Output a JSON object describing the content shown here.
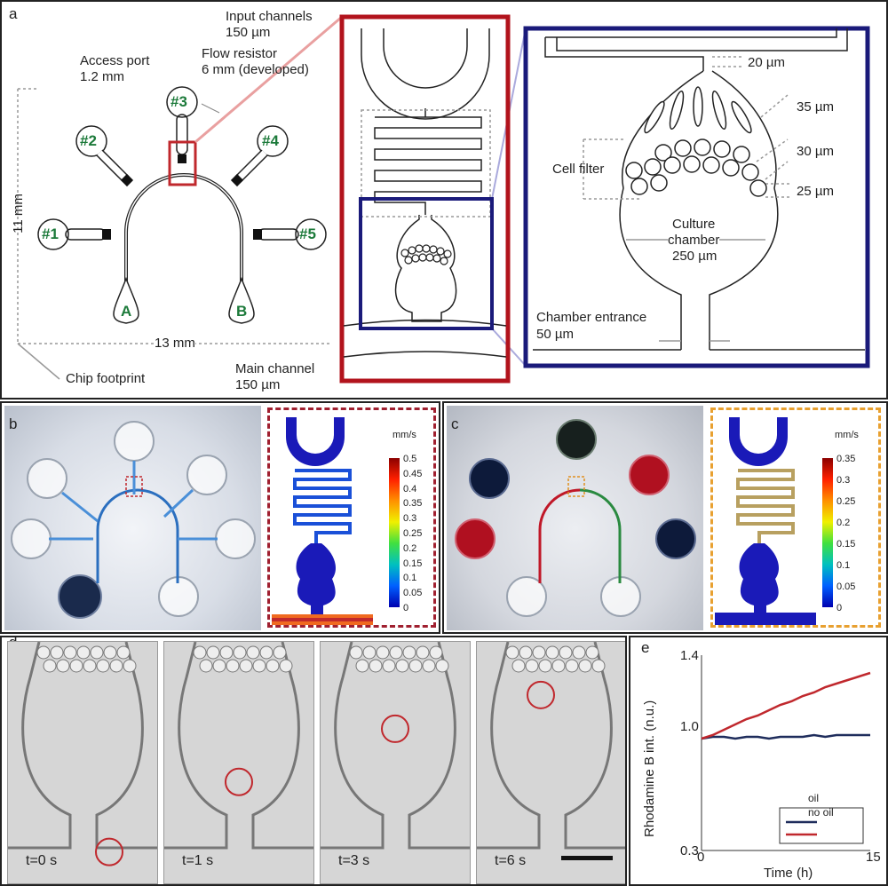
{
  "panel_a": {
    "label": "a",
    "input_channels": [
      "Input channels",
      "150 µm"
    ],
    "flow_resistor": [
      "Flow resistor",
      "6 mm (developed)"
    ],
    "access_port": [
      "Access port",
      "1.2 mm"
    ],
    "height_dim": "11 mm",
    "width_dim": "13 mm",
    "chip_footprint": "Chip footprint",
    "main_channel": [
      "Main channel",
      "150 µm"
    ],
    "ports": [
      "#1",
      "#2",
      "#3",
      "#4",
      "#5"
    ],
    "outlets": [
      "A",
      "B"
    ],
    "dim_20": "20 µm",
    "dim_35": "35 µm",
    "dim_30": "30 µm",
    "dim_25": "25 µm",
    "cell_filter": "Cell filter",
    "culture_chamber": [
      "Culture",
      "chamber",
      "250 µm"
    ],
    "chamber_entrance": [
      "Chamber entrance",
      "50 µm"
    ]
  },
  "panel_b": {
    "label": "b",
    "unit": "mm/s",
    "colorbar_ticks": [
      "0.5",
      "0.45",
      "0.4",
      "0.35",
      "0.3",
      "0.25",
      "0.2",
      "0.15",
      "0.1",
      "0.05",
      "0"
    ]
  },
  "panel_c": {
    "label": "c",
    "unit": "mm/s",
    "colorbar_ticks": [
      "0.35",
      "0.3",
      "0.25",
      "0.2",
      "0.15",
      "0.1",
      "0.05",
      "0"
    ]
  },
  "panel_d": {
    "label": "d",
    "frames": [
      "t=0 s",
      "t=1 s",
      "t=3 s",
      "t=6 s"
    ]
  },
  "chart_data": {
    "type": "line",
    "ylabel": "Rhodamine B int. (n.u.)",
    "xlabel": "Time (h)",
    "xlim": [
      0,
      15
    ],
    "ylim": [
      0.3,
      1.4
    ],
    "x_tick_labels": [
      "0",
      "15"
    ],
    "y_tick_labels": [
      "1.4",
      "1.0",
      "0.3"
    ],
    "series": [
      {
        "name": "oil",
        "color": "#1f2d5c",
        "x": [
          0,
          1,
          2,
          3,
          4,
          5,
          6,
          7,
          8,
          9,
          10,
          11,
          12,
          13,
          14,
          15
        ],
        "y": [
          0.93,
          0.94,
          0.94,
          0.93,
          0.94,
          0.94,
          0.93,
          0.94,
          0.94,
          0.94,
          0.95,
          0.94,
          0.95,
          0.95,
          0.95,
          0.95
        ]
      },
      {
        "name": "no oil",
        "color": "#c0282d",
        "x": [
          0,
          1,
          2,
          3,
          4,
          5,
          6,
          7,
          8,
          9,
          10,
          11,
          12,
          13,
          14,
          15
        ],
        "y": [
          0.93,
          0.95,
          0.98,
          1.01,
          1.04,
          1.06,
          1.09,
          1.12,
          1.14,
          1.17,
          1.19,
          1.22,
          1.24,
          1.26,
          1.28,
          1.3
        ]
      }
    ],
    "legend_position": "bottom-right"
  }
}
